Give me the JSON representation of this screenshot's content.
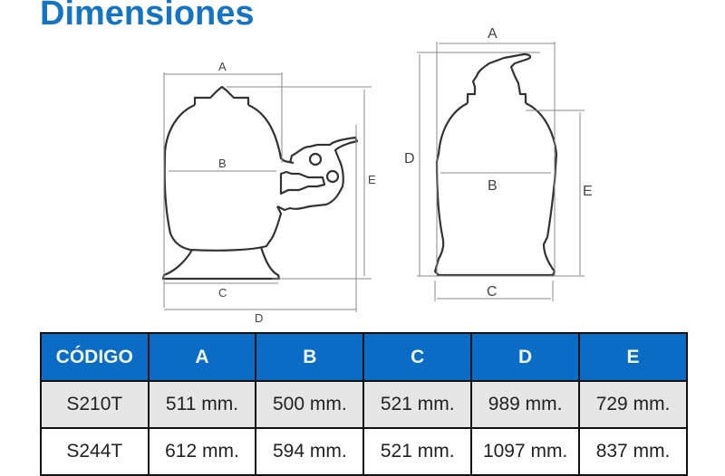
{
  "title": "Dimensiones",
  "diagram": {
    "side_view": {
      "labels": {
        "A": "A",
        "B": "B",
        "C": "C",
        "D": "D",
        "E": "E"
      }
    },
    "top_valve_view": {
      "labels": {
        "A": "A",
        "B": "B",
        "C": "C",
        "D": "D",
        "E": "E"
      }
    },
    "line_color": "#333333",
    "dim_line_color": "#888888"
  },
  "table": {
    "header_color": "#0a6cc4",
    "headers": [
      "CÓDIGO",
      "A",
      "B",
      "C",
      "D",
      "E"
    ],
    "rows": [
      [
        "S210T",
        "511 mm.",
        "500 mm.",
        "521 mm.",
        "989 mm.",
        "729 mm."
      ],
      [
        "S244T",
        "612 mm.",
        "594 mm.",
        "521 mm.",
        "1097 mm.",
        "837 mm."
      ]
    ]
  }
}
